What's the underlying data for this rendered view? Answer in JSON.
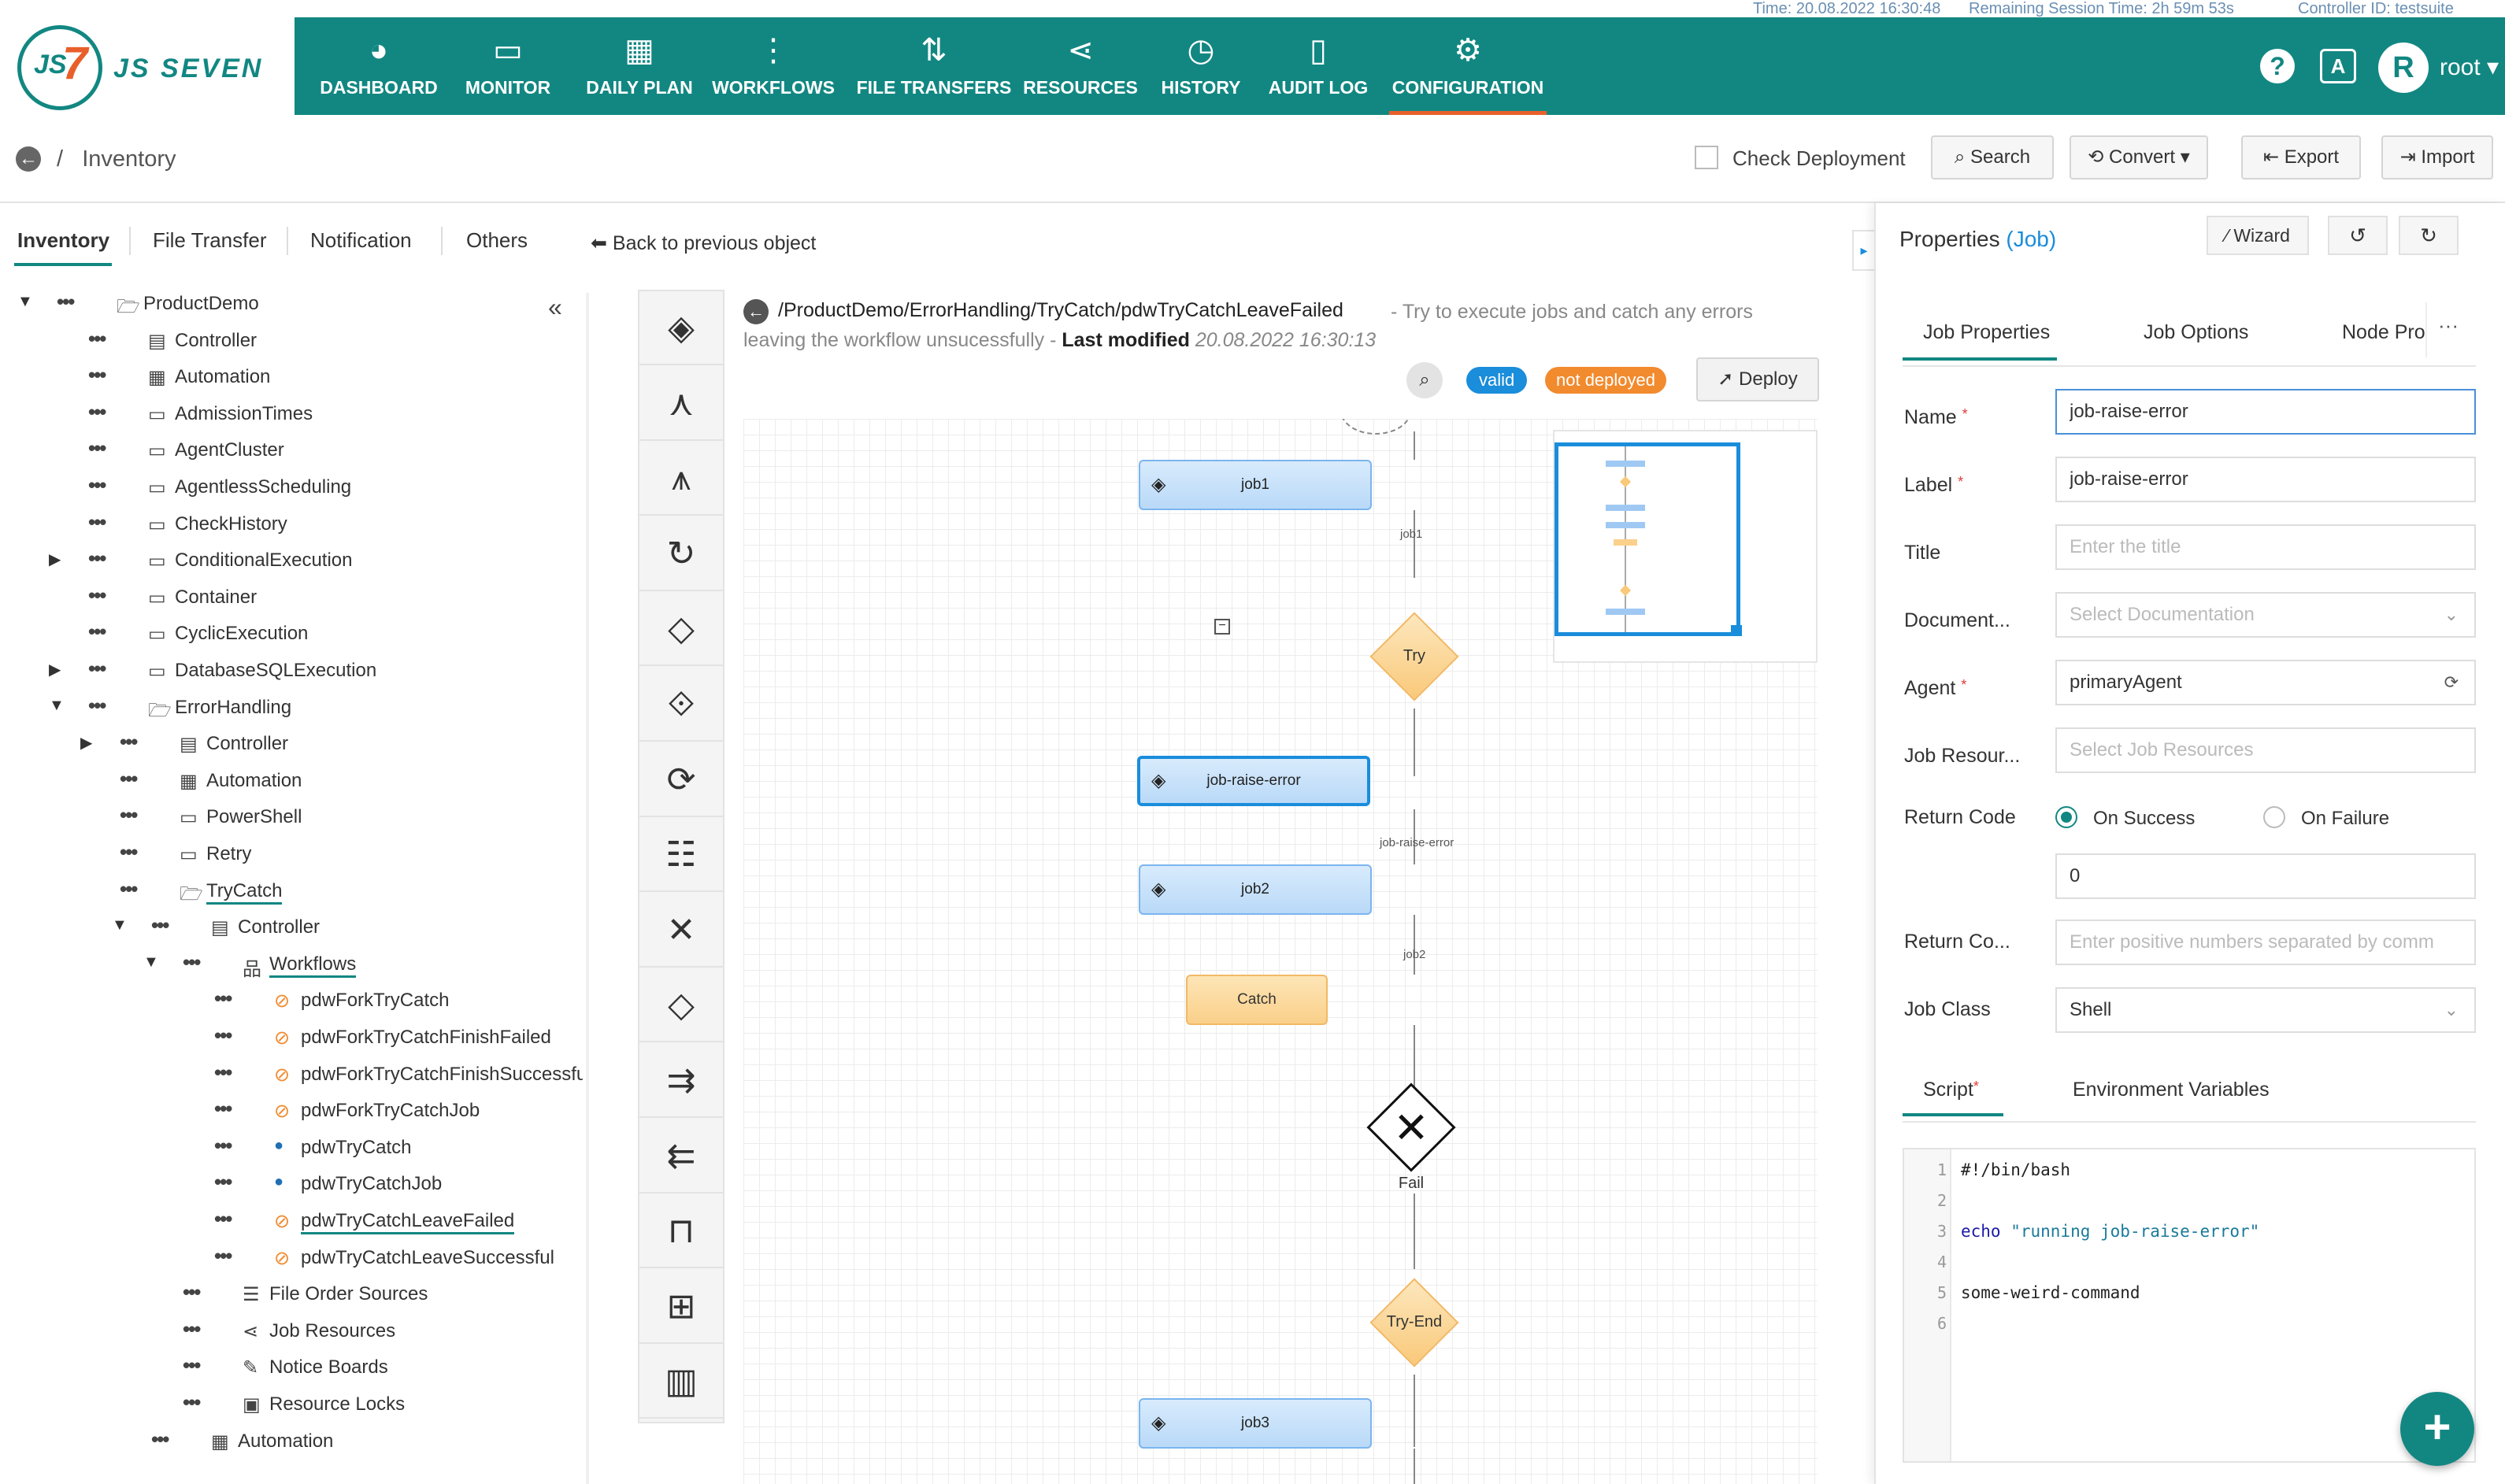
{
  "status": {
    "time": "Time: 20.08.2022 16:30:48",
    "session": "Remaining Session Time: 2h 59m 53s",
    "controller": "Controller ID: testsuite"
  },
  "brand": {
    "js": "JS",
    "seven": "7",
    "name": "JS SEVEN",
    "color": "#128782",
    "accent": "#e85f2a"
  },
  "nav": [
    {
      "label": "DASHBOARD",
      "icon": "palette-icon",
      "glyph": "◕"
    },
    {
      "label": "MONITOR",
      "icon": "monitor-icon",
      "glyph": "▭"
    },
    {
      "label": "DAILY PLAN",
      "icon": "calendar-icon",
      "glyph": "▦"
    },
    {
      "label": "WORKFLOWS",
      "icon": "workflow-icon",
      "glyph": "⋮"
    },
    {
      "label": "FILE TRANSFERS",
      "icon": "transfer-icon",
      "glyph": "⇅"
    },
    {
      "label": "RESOURCES",
      "icon": "share-icon",
      "glyph": "⋖"
    },
    {
      "label": "HISTORY",
      "icon": "clock-icon",
      "glyph": "◷"
    },
    {
      "label": "AUDIT LOG",
      "icon": "audit-icon",
      "glyph": "▯"
    },
    {
      "label": "CONFIGURATION",
      "icon": "gear-icon",
      "glyph": "⚙"
    }
  ],
  "header": {
    "help": "?",
    "lang": "A",
    "avatar": "R",
    "user": "root ▾"
  },
  "inventory": {
    "title": "Inventory",
    "check_deployment": "Check Deployment",
    "search": "Search",
    "convert": "Convert ▾",
    "export": "Export",
    "import": "Import"
  },
  "left_tabs": [
    "Inventory",
    "File Transfer",
    "Notification",
    "Others"
  ],
  "back_prev": "Back to previous object",
  "tree": [
    {
      "label": "ProductDemo",
      "caret": "▼",
      "icon": "folder-open-icon",
      "glyph": "🗁"
    },
    {
      "label": "Controller",
      "caret": "",
      "icon": "document-icon",
      "glyph": "▤"
    },
    {
      "label": "Automation",
      "caret": "",
      "icon": "calendar-icon",
      "glyph": "▦"
    },
    {
      "label": "AdmissionTimes",
      "caret": "",
      "icon": "folder-icon",
      "glyph": "▭"
    },
    {
      "label": "AgentCluster",
      "caret": "",
      "icon": "folder-icon",
      "glyph": "▭"
    },
    {
      "label": "AgentlessScheduling",
      "caret": "",
      "icon": "folder-icon",
      "glyph": "▭"
    },
    {
      "label": "CheckHistory",
      "caret": "",
      "icon": "folder-icon",
      "glyph": "▭"
    },
    {
      "label": "ConditionalExecution",
      "caret": "▶",
      "icon": "folder-icon",
      "glyph": "▭"
    },
    {
      "label": "Container",
      "caret": "",
      "icon": "folder-icon",
      "glyph": "▭"
    },
    {
      "label": "CyclicExecution",
      "caret": "",
      "icon": "folder-icon",
      "glyph": "▭"
    },
    {
      "label": "DatabaseSQLExecution",
      "caret": "▶",
      "icon": "folder-icon",
      "glyph": "▭"
    },
    {
      "label": "ErrorHandling",
      "caret": "▼",
      "icon": "folder-open-icon",
      "glyph": "🗁"
    },
    {
      "label": "Controller",
      "caret": "▶",
      "icon": "document-icon",
      "glyph": "▤"
    },
    {
      "label": "Automation",
      "caret": "",
      "icon": "calendar-icon",
      "glyph": "▦"
    },
    {
      "label": "PowerShell",
      "caret": "",
      "icon": "folder-icon",
      "glyph": "▭"
    },
    {
      "label": "Retry",
      "caret": "",
      "icon": "folder-icon",
      "glyph": "▭"
    },
    {
      "label": "TryCatch",
      "caret": "",
      "icon": "folder-open-icon",
      "glyph": "🗁"
    },
    {
      "label": "Controller",
      "caret": "▼",
      "icon": "document-icon",
      "glyph": "▤"
    },
    {
      "label": "Workflows",
      "caret": "▼",
      "icon": "workflow-icon",
      "glyph": "品"
    },
    {
      "label": "pdwForkTryCatch",
      "caret": "",
      "icon": "workflow-status-icon",
      "glyph": "⊘"
    },
    {
      "label": "pdwForkTryCatchFinishFailed",
      "caret": "",
      "icon": "workflow-status-icon",
      "glyph": "⊘"
    },
    {
      "label": "pdwForkTryCatchFinishSuccessful",
      "caret": "",
      "icon": "workflow-status-icon",
      "glyph": "⊘"
    },
    {
      "label": "pdwForkTryCatchJob",
      "caret": "",
      "icon": "workflow-status-icon",
      "glyph": "⊘"
    },
    {
      "label": "pdwTryCatch",
      "caret": "",
      "icon": "workflow-deployed-icon",
      "glyph": "●"
    },
    {
      "label": "pdwTryCatchJob",
      "caret": "",
      "icon": "workflow-deployed-icon",
      "glyph": "●"
    },
    {
      "label": "pdwTryCatchLeaveFailed",
      "caret": "",
      "icon": "workflow-status-icon",
      "glyph": "⊘"
    },
    {
      "label": "pdwTryCatchLeaveSuccessful",
      "caret": "",
      "icon": "workflow-status-icon",
      "glyph": "⊘"
    },
    {
      "label": "File Order Sources",
      "caret": "",
      "icon": "list-icon",
      "glyph": "☰"
    },
    {
      "label": "Job Resources",
      "caret": "",
      "icon": "share-icon",
      "glyph": "⋖"
    },
    {
      "label": "Notice Boards",
      "caret": "",
      "icon": "pin-icon",
      "glyph": "✎"
    },
    {
      "label": "Resource Locks",
      "caret": "",
      "icon": "lock-icon",
      "glyph": "▣"
    },
    {
      "label": "Automation",
      "caret": "",
      "icon": "calendar-icon",
      "glyph": "▦"
    }
  ],
  "palette": [
    {
      "icon": "job-icon",
      "glyph": "◈"
    },
    {
      "icon": "fork-icon",
      "glyph": "⋏"
    },
    {
      "icon": "fork-list-icon",
      "glyph": "⩚"
    },
    {
      "icon": "retry-icon",
      "glyph": "↻"
    },
    {
      "icon": "if-icon",
      "glyph": "◇"
    },
    {
      "icon": "try-icon",
      "glyph": "⟐"
    },
    {
      "icon": "cycle-icon",
      "glyph": "⟳"
    },
    {
      "icon": "finish-icon",
      "glyph": "☷"
    },
    {
      "icon": "fail-icon",
      "glyph": "✕"
    },
    {
      "icon": "question-icon",
      "glyph": "◇"
    },
    {
      "icon": "post-notice-icon",
      "glyph": "⇉"
    },
    {
      "icon": "expect-notice-icon",
      "glyph": "⇇"
    },
    {
      "icon": "lock-icon",
      "glyph": "⊓"
    },
    {
      "icon": "add-order-icon",
      "glyph": "⊞"
    },
    {
      "icon": "paste-icon",
      "glyph": "▥"
    }
  ],
  "workflow": {
    "path": "/ProductDemo/ErrorHandling/TryCatch/pdwTryCatchLeaveFailed",
    "desc1": "- Try to execute jobs and catch any errors",
    "desc2a": "leaving the workflow unsucessfully -",
    "desc2b": "Last modified",
    "desc2c": "20.08.2022 16:30:13",
    "valid": "valid",
    "not_deployed": "not deployed",
    "deploy": "Deploy"
  },
  "graph": {
    "job1": "job1",
    "job1_edge": "job1",
    "try": "Try",
    "job_raise": "job-raise-error",
    "job_raise_edge": "job-raise-error",
    "job2": "job2",
    "job2_edge": "job2",
    "catch": "Catch",
    "fail": "Fail",
    "try_end": "Try-End",
    "job3": "job3"
  },
  "properties": {
    "title": "Properties",
    "type": "(Job)",
    "wizard": "Wizard",
    "tabs": [
      "Job Properties",
      "Job Options",
      "Node Pro"
    ],
    "more": "···",
    "name_label": "Name",
    "name_value": "job-raise-error",
    "label_label": "Label",
    "label_value": "job-raise-error",
    "title_label": "Title",
    "title_placeholder": "Enter the title",
    "doc_label": "Document...",
    "doc_placeholder": "Select Documentation",
    "agent_label": "Agent",
    "agent_value": "primaryAgent",
    "jobres_label": "Job Resour...",
    "jobres_placeholder": "Select Job Resources",
    "rc_label": "Return Code",
    "rc_on_success": "On Success",
    "rc_on_failure": "On Failure",
    "rc_value": "0",
    "rc2_label": "Return Co...",
    "rc2_placeholder": "Enter positive numbers separated by comm",
    "jobclass_label": "Job Class",
    "jobclass_value": "Shell",
    "script_tab": "Script",
    "env_tab": "Environment Variables",
    "script_lines": [
      {
        "n": "1",
        "text": "#!/bin/bash"
      },
      {
        "n": "2",
        "text": ""
      },
      {
        "n": "3",
        "kw": "echo",
        "str": "\"running job-raise-error\""
      },
      {
        "n": "4",
        "text": ""
      },
      {
        "n": "5",
        "text": "some-weird-command"
      },
      {
        "n": "6",
        "text": ""
      }
    ],
    "fab": "+"
  }
}
